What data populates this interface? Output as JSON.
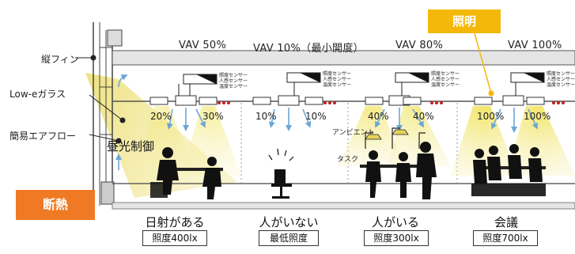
{
  "left_labels": {
    "fin": "縦フィン",
    "glass": "Low-eガラス",
    "airflow": "簡易エアフロー",
    "daylight": "昼光制御"
  },
  "tags": {
    "insulation": "断熱",
    "lighting": "照明"
  },
  "colors": {
    "insulation_tag": "#f07a24",
    "lighting_tag": "#f4b80a",
    "light_cone": "#f3ea8a",
    "airflow_arrow": "#6aa7d6"
  },
  "zones": [
    {
      "vav": "VAV 50%",
      "percents": [
        "20%",
        "30%"
      ],
      "scene": "日射がある",
      "box": "照度400lx"
    },
    {
      "vav": "VAV 10%（最小開度）",
      "percents": [
        "10%",
        "10%"
      ],
      "scene": "人がいない",
      "box": "最低照度"
    },
    {
      "vav": "VAV 80%",
      "percents": [
        "40%",
        "40%"
      ],
      "scene": "人がいる",
      "box": "照度300lx"
    },
    {
      "vav": "VAV 100%",
      "percents": [
        "100%",
        "100%"
      ],
      "scene": "会議",
      "box": "照度700lx"
    }
  ],
  "sensor_lines": [
    "照度センサー",
    "人感センサー",
    "温度センサー"
  ],
  "ambient": "アンビエント",
  "task": "タスク"
}
